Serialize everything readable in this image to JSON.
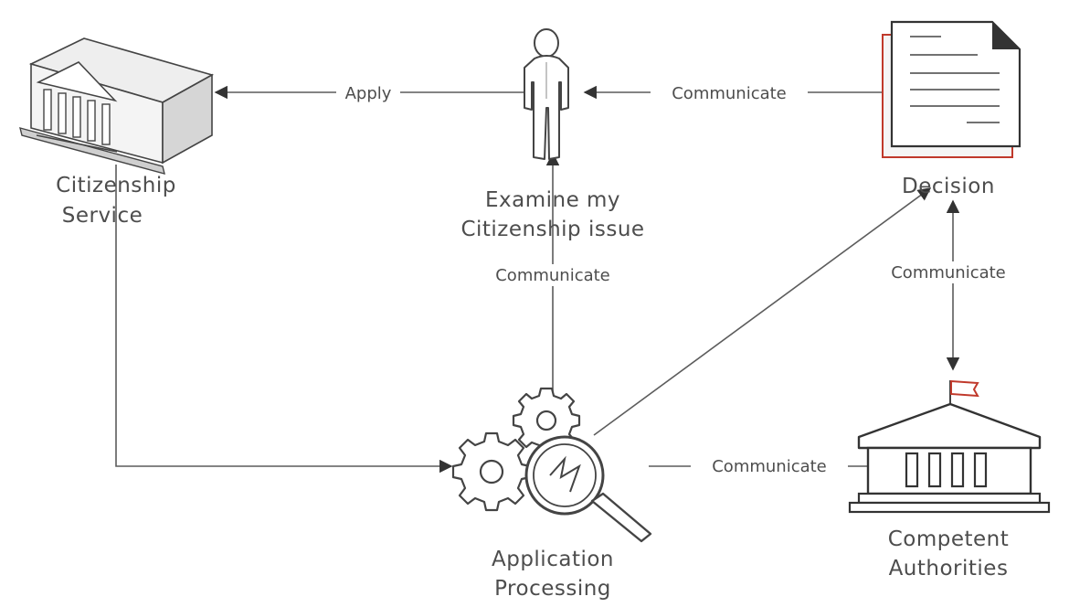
{
  "nodes": {
    "citizenship_service": [
      "Citizenship",
      "Service"
    ],
    "examine": [
      "Examine my",
      "Citizenship issue"
    ],
    "decision": [
      "Decision"
    ],
    "application_processing": [
      "Application",
      "Processing"
    ],
    "competent_authorities": [
      "Competent",
      "Authorities"
    ]
  },
  "edges": {
    "person_to_service": "Apply",
    "decision_to_person": "Communicate",
    "processing_to_person": "Communicate",
    "decision_to_authorities": "Communicate",
    "processing_to_authorities": "Communicate"
  },
  "icons": {
    "citizenship_service": "bank-building-cube-icon",
    "examine": "person-icon",
    "decision": "document-icon",
    "application_processing": "gears-magnifier-icon",
    "competent_authorities": "government-building-flag-icon"
  },
  "colors": {
    "line": "#5c5c5c",
    "text": "#4d4d4d",
    "decision_accent": "#c0392b",
    "flag": "#c0392b"
  }
}
